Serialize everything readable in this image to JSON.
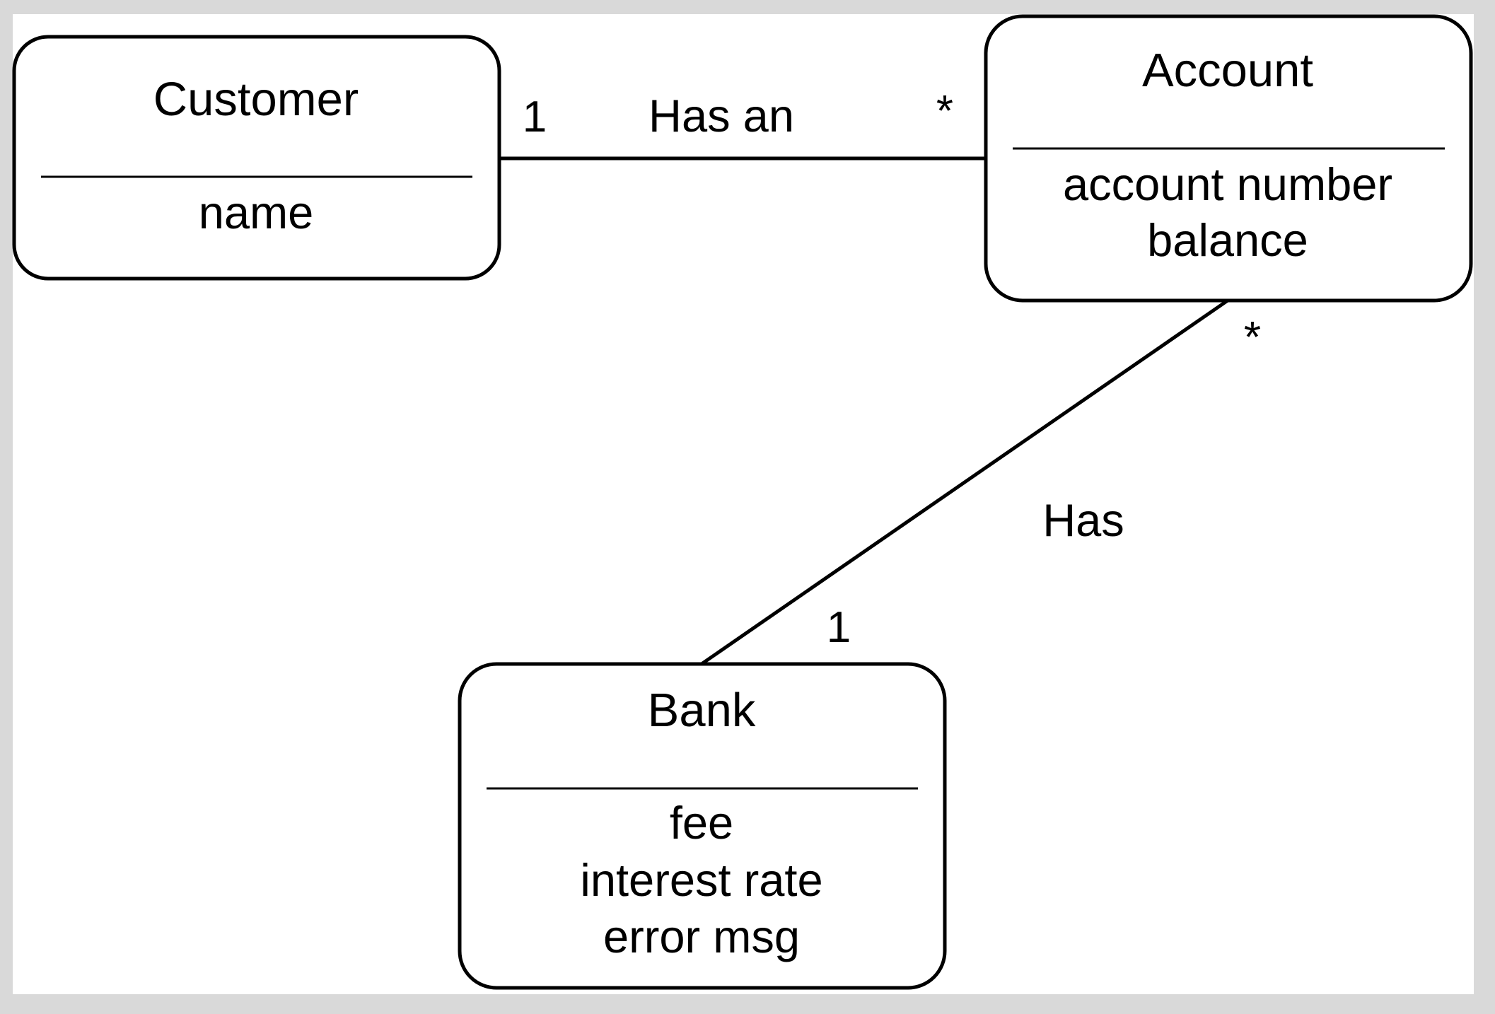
{
  "diagram": {
    "classes": {
      "customer": {
        "name": "Customer",
        "attributes": [
          "name"
        ]
      },
      "account": {
        "name": "Account",
        "attributes": [
          "account number",
          "balance"
        ]
      },
      "bank": {
        "name": "Bank",
        "attributes": [
          "fee",
          "interest rate",
          "error msg"
        ]
      }
    },
    "associations": {
      "customer_account": {
        "label": "Has an",
        "multiplicity_customer": "1",
        "multiplicity_account": "*"
      },
      "account_bank": {
        "label": "Has",
        "multiplicity_account": "*",
        "multiplicity_bank": "1"
      }
    }
  }
}
